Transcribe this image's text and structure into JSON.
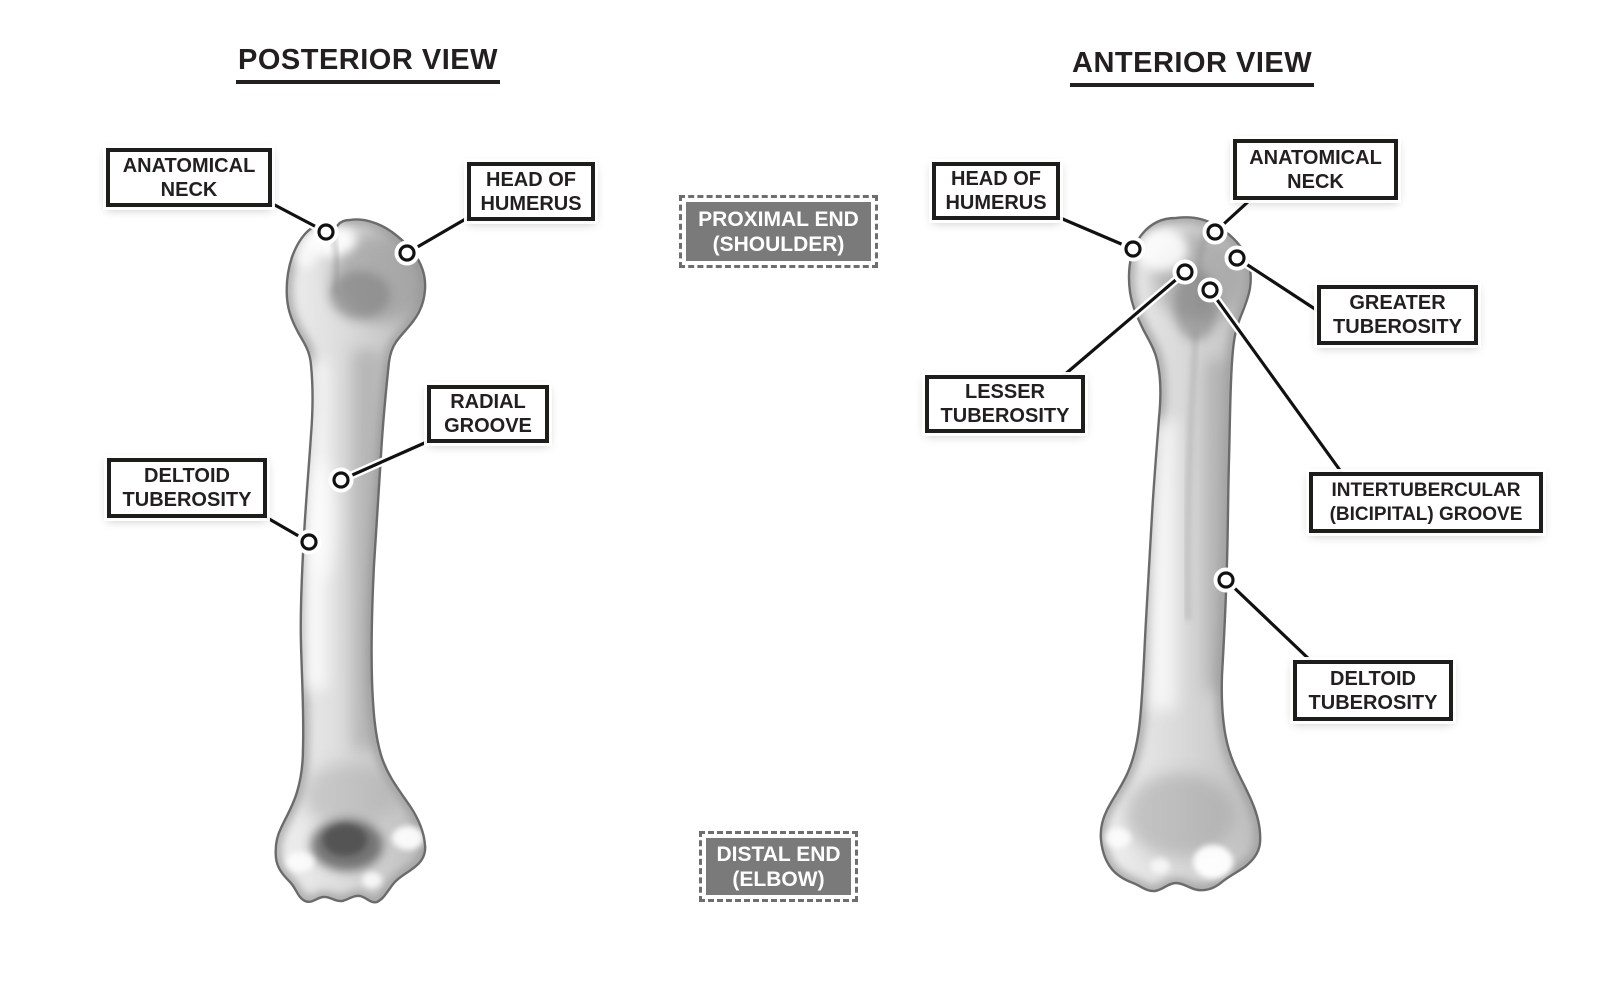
{
  "posterior": {
    "title": "POSTERIOR VIEW",
    "labels": [
      {
        "name": "anatomical-neck",
        "text": "ANATOMICAL\nNECK"
      },
      {
        "name": "head-of-humerus",
        "text": "HEAD OF\nHUMERUS"
      },
      {
        "name": "radial-groove",
        "text": "RADIAL\nGROOVE"
      },
      {
        "name": "deltoid-tuberosity",
        "text": "DELTOID\nTUBEROSITY"
      }
    ]
  },
  "anterior": {
    "title": "ANTERIOR VIEW",
    "labels": [
      {
        "name": "head-of-humerus",
        "text": "HEAD OF\nHUMERUS"
      },
      {
        "name": "anatomical-neck",
        "text": "ANATOMICAL\nNECK"
      },
      {
        "name": "greater-tuberosity",
        "text": "GREATER\nTUBEROSITY"
      },
      {
        "name": "lesser-tuberosity",
        "text": "LESSER\nTUBEROSITY"
      },
      {
        "name": "intertubercular-groove",
        "text": "INTERTUBERCULAR\n(BICIPITAL) GROOVE"
      },
      {
        "name": "deltoid-tuberosity",
        "text": "DELTOID\nTUBEROSITY"
      }
    ]
  },
  "regions": {
    "proximal": "PROXIMAL END\n(SHOULDER)",
    "distal": "DISTAL END\n(ELBOW)"
  },
  "colors": {
    "label_border": "#1d1d1b",
    "label_background": "#ffffff",
    "text": "#231f20",
    "region_background": "#7a7a7a",
    "region_text": "#ffffff",
    "leader_line": "#111111",
    "bone_outline": "#6b6b6b"
  }
}
